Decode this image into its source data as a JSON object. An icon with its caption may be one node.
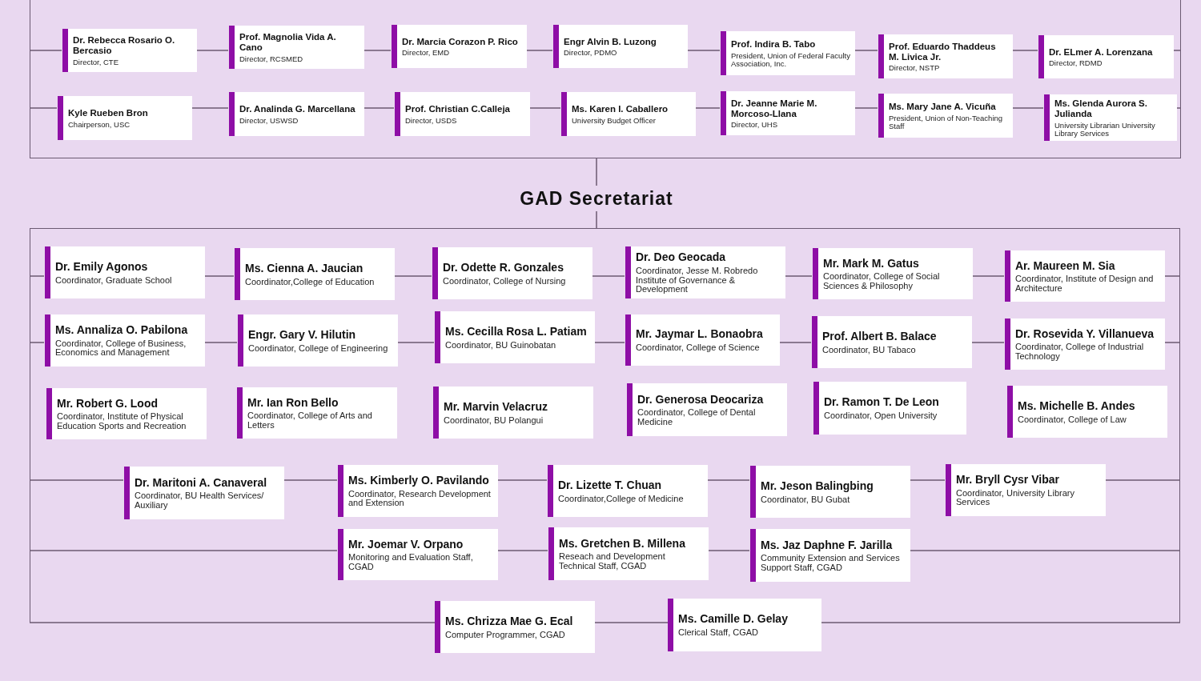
{
  "diagram": {
    "nodes": [
      {
        "text": [],
        "shape": "box"
      },
      {
        "text": [
          "Dr. Rebecca Rosario O. Bercasio",
          "Director, CTE"
        ],
        "in": 0
      },
      {
        "text": [
          "Prof. Magnolia Vida A. Cano",
          "Director, RCSMED"
        ],
        "in": 0
      },
      {
        "text": [
          "Dr. Marcia Corazon P. Rico",
          "Director, EMD"
        ],
        "in": 0
      },
      {
        "text": [
          "Engr Alvin B. Luzong",
          "Director, PDMO"
        ],
        "in": 0
      },
      {
        "text": [
          "Prof. Indira B. Tabo",
          "President, Union of Federal Faculty Association, Inc."
        ],
        "in": 0
      },
      {
        "text": [
          "Prof. Eduardo Thaddeus M. Livica Jr.",
          "Director, NSTP"
        ],
        "in": 0
      },
      {
        "text": [
          "Dr. ELmer A. Lorenzana",
          "Director, RDMD"
        ],
        "in": 0
      },
      {
        "text": [
          "Kyle Rueben Bron",
          "Chairperson, USC"
        ],
        "in": 0
      },
      {
        "text": [
          "Dr. Analinda G. Marcellana",
          "Director, USWSD"
        ],
        "in": 0
      },
      {
        "text": [
          "Prof. Christian C.Calleja",
          "Director, USDS"
        ],
        "in": 0
      },
      {
        "text": [
          "Ms. Karen I. Caballero",
          "University Budget Officer"
        ],
        "in": 0
      },
      {
        "text": [
          "Dr. Jeanne Marie M. Morcoso-Llana",
          "Director, UHS"
        ],
        "in": 0
      },
      {
        "text": [
          "Ms. Mary Jane A. Vicuña",
          "President, Union of Non-Teaching Staff"
        ],
        "in": 0
      },
      {
        "text": [
          "Ms. Glenda Aurora S. Julianda",
          "University Librarian University Library Services"
        ],
        "in": 0
      },
      {
        "text": [
          "GAD Secretariat"
        ]
      },
      {
        "text": [],
        "shape": "box"
      },
      {
        "text": [
          "Dr. Emily Agonos",
          "Coordinator, Graduate School"
        ],
        "in": 16
      },
      {
        "text": [
          "Ms. Cienna A. Jaucian",
          "Coordinator,College of Education"
        ],
        "in": 16
      },
      {
        "text": [
          "Dr. Odette R. Gonzales",
          "Coordinator, College of Nursing"
        ],
        "in": 16
      },
      {
        "text": [
          "Dr. Deo Geocada",
          "Coordinator, Jesse M. Robredo Institute of Governance & Development"
        ],
        "in": 16
      },
      {
        "text": [
          "Mr. Mark M. Gatus",
          "Coordinator, College of Social Sciences & Philosophy"
        ],
        "in": 16
      },
      {
        "text": [
          "Ar. Maureen M. Sia",
          "Coordinator, Institute of Design and Architecture"
        ],
        "in": 16
      },
      {
        "text": [
          "Ms. Annaliza O. Pabilona",
          "Coordinator, College of Business, Economics and Management"
        ],
        "in": 16
      },
      {
        "text": [
          "Engr. Gary V. Hilutin",
          "Coordinator, College of Engineering"
        ],
        "in": 16
      },
      {
        "text": [
          "Ms. Cecilla Rosa L. Patiam",
          "Coordinator, BU Guinobatan"
        ],
        "in": 16
      },
      {
        "text": [
          "Mr. Jaymar L. Bonaobra",
          "Coordinator, College of Science"
        ],
        "in": 16
      },
      {
        "text": [
          "Prof. Albert B. Balace",
          "Coordinator, BU Tabaco"
        ],
        "in": 16
      },
      {
        "text": [
          "Dr. Rosevida Y. Villanueva",
          "Coordinator, College of Industrial Technology"
        ],
        "in": 16
      },
      {
        "text": [
          "Mr. Robert G. Lood",
          "Coordinator, Institute of Physical Education Sports and Recreation"
        ],
        "in": 16
      },
      {
        "text": [
          "Mr. Ian Ron Bello",
          "Coordinator, College of Arts and Letters"
        ],
        "in": 16
      },
      {
        "text": [
          "Mr. Marvin Velacruz",
          "Coordinator, BU Polangui"
        ],
        "in": 16
      },
      {
        "text": [
          "Dr. Generosa Deocariza",
          "Coordinator, College of Dental Medicine"
        ],
        "in": 16
      },
      {
        "text": [
          "Dr. Ramon T. De Leon",
          "Coordinator, Open University"
        ],
        "in": 16
      },
      {
        "text": [
          "Ms. Michelle B. Andes",
          "Coordinator, College of Law"
        ],
        "in": 16
      },
      {
        "text": [
          "Dr. Maritoni A. Canaveral",
          "Coordinator, BU Health Services/ Auxiliary"
        ],
        "in": 16
      },
      {
        "text": [
          "Ms. Kimberly O. Pavilando",
          "Coordinator, Research Development and Extension"
        ],
        "in": 16
      },
      {
        "text": [
          "Dr. Lizette T. Chuan",
          "Coordinator,College of Medicine"
        ],
        "in": 16
      },
      {
        "text": [
          "Mr. Jeson Balingbing",
          "Coordinator, BU Gubat"
        ],
        "in": 16
      },
      {
        "text": [
          "Mr. Bryll Cysr Vibar",
          "Coordinator, University Library Services"
        ],
        "in": 16
      },
      {
        "text": [
          "Mr. Joemar V. Orpano",
          "Monitoring and Evaluation Staff, CGAD"
        ],
        "in": 16
      },
      {
        "text": [
          "Ms. Gretchen B. Millena",
          "Reseach and Development Technical Staff, CGAD"
        ],
        "in": 16
      },
      {
        "text": [
          "Ms. Jaz Daphne F. Jarilla",
          "Community Extension and Services Support Staff, CGAD"
        ],
        "in": 16
      },
      {
        "text": [
          "Ms. Chrizza Mae G. Ecal",
          "Computer Programmer, CGAD"
        ]
      },
      {
        "text": [
          "Ms. Camille D. Gelay",
          "Clerical Staff, CGAD"
        ]
      }
    ],
    "edges": [
      {
        "from": 0,
        "to": 1,
        "arrow": "none"
      },
      {
        "from": 1,
        "to": 2,
        "arrow": "none"
      },
      {
        "from": 2,
        "to": 3,
        "arrow": "none"
      },
      {
        "from": 3,
        "to": 4,
        "arrow": "none"
      },
      {
        "from": 4,
        "to": 5,
        "arrow": "none"
      },
      {
        "from": 5,
        "to": 6,
        "arrow": "none"
      },
      {
        "from": 6,
        "to": 7,
        "arrow": "none"
      },
      {
        "from": 7,
        "to": 0,
        "arrow": "none"
      },
      {
        "from": 0,
        "to": 8,
        "arrow": "none"
      },
      {
        "from": 8,
        "to": 9,
        "arrow": "none"
      },
      {
        "from": 9,
        "to": 10,
        "arrow": "none"
      },
      {
        "from": 10,
        "to": 11,
        "arrow": "none"
      },
      {
        "from": 11,
        "to": 12,
        "arrow": "none"
      },
      {
        "from": 12,
        "to": 13,
        "arrow": "none"
      },
      {
        "from": 13,
        "to": 14,
        "arrow": "none"
      },
      {
        "from": 14,
        "to": 0,
        "arrow": "none"
      },
      {
        "from": 0,
        "to": 15,
        "arrow": "none"
      },
      {
        "from": 15,
        "to": 16,
        "arrow": "none"
      },
      {
        "from": 16,
        "to": 17,
        "arrow": "none"
      },
      {
        "from": 17,
        "to": 18,
        "arrow": "none"
      },
      {
        "from": 18,
        "to": 19,
        "arrow": "none"
      },
      {
        "from": 19,
        "to": 20,
        "arrow": "none"
      },
      {
        "from": 20,
        "to": 21,
        "arrow": "none"
      },
      {
        "from": 21,
        "to": 22,
        "arrow": "none"
      },
      {
        "from": 22,
        "to": 16,
        "arrow": "none"
      },
      {
        "from": 16,
        "to": 23,
        "arrow": "none"
      },
      {
        "from": 23,
        "to": 24,
        "arrow": "none"
      },
      {
        "from": 24,
        "to": 25,
        "arrow": "none"
      },
      {
        "from": 25,
        "to": 26,
        "arrow": "none"
      },
      {
        "from": 26,
        "to": 27,
        "arrow": "none"
      },
      {
        "from": 27,
        "to": 28,
        "arrow": "none"
      },
      {
        "from": 28,
        "to": 16,
        "arrow": "none"
      },
      {
        "from": 16,
        "to": 35,
        "arrow": "none"
      },
      {
        "from": 35,
        "to": 36,
        "arrow": "none"
      },
      {
        "from": 36,
        "to": 37,
        "arrow": "none"
      },
      {
        "from": 37,
        "to": 38,
        "arrow": "none"
      },
      {
        "from": 38,
        "to": 39,
        "arrow": "none"
      },
      {
        "from": 39,
        "to": 16,
        "arrow": "none"
      },
      {
        "from": 16,
        "to": 40,
        "arrow": "none"
      },
      {
        "from": 40,
        "to": 41,
        "arrow": "none"
      },
      {
        "from": 41,
        "to": 42,
        "arrow": "none"
      },
      {
        "from": 42,
        "to": 16,
        "arrow": "none"
      },
      {
        "from": 16,
        "to": 43,
        "arrow": "none"
      },
      {
        "from": 43,
        "to": 44,
        "arrow": "none"
      },
      {
        "from": 44,
        "to": 16,
        "arrow": "none"
      }
    ]
  }
}
